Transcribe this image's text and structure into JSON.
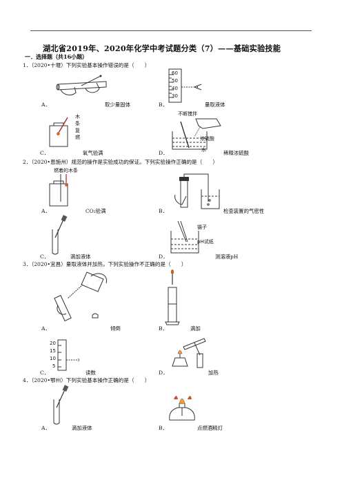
{
  "doc": {
    "title": "湖北省2019年、2020年化学中考试题分类（7）——基础实验技能",
    "section": "一．选择题（共16小题）"
  },
  "q1": {
    "stem": "1．（2020•十堰）下列实验基本操作错误的是（　　）",
    "opts": [
      {
        "letter": "A．",
        "caption": "取少量固体"
      },
      {
        "letter": "B．",
        "caption": "量取液体"
      },
      {
        "letter": "C．",
        "caption": "氧气验满"
      },
      {
        "letter": "D．",
        "caption": "稀释浓硫酸"
      }
    ],
    "labels": {
      "ticks": [
        "60",
        "50",
        "40",
        "30"
      ],
      "stick": [
        "木",
        "条",
        "复",
        "燃"
      ],
      "stir": "不断搅拌",
      "acid": "浓硫酸",
      "water": "水"
    }
  },
  "q2": {
    "stem": "2．（2020•恩施州）规范的操作是实验成功的保证。下列实验操作正确的是（　　）",
    "opts": [
      {
        "letter": "A．",
        "caption": "CO₂验满"
      },
      {
        "letter": "B．",
        "caption": "检查装置的气密性"
      },
      {
        "letter": "C．",
        "caption": "滴加液体"
      },
      {
        "letter": "D．",
        "caption": "测溶液pH"
      }
    ],
    "labels": {
      "stick": "燃着的木条",
      "tweezers": "镊子",
      "paper": "pH试纸"
    }
  },
  "q3": {
    "stem": "3．（2020•宜昌）量取液体并加热，下列实验操作不正确的是（　　）",
    "opts": [
      {
        "letter": "A．",
        "caption": "倾倒"
      },
      {
        "letter": "B．",
        "caption": "滴加"
      },
      {
        "letter": "C．",
        "caption": "读数"
      },
      {
        "letter": "D．",
        "caption": "加热"
      }
    ],
    "labels": {
      "ticks": [
        "20",
        "15",
        "10",
        "5"
      ]
    }
  },
  "q4": {
    "stem": "4．（2020•鄂州）下列实验基本操作正确的是（　　）",
    "opts": [
      {
        "letter": "A．",
        "caption": "滴加液体"
      },
      {
        "letter": "B．",
        "caption": "点燃酒精灯"
      }
    ]
  }
}
